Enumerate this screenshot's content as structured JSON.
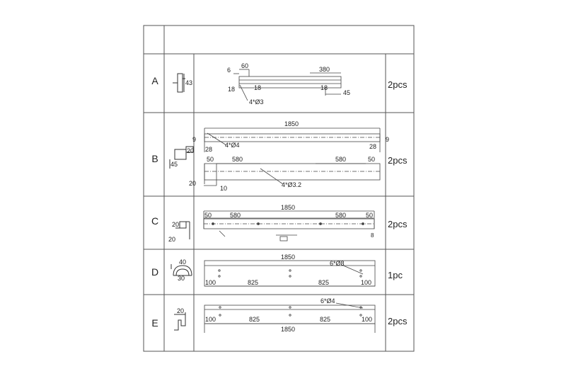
{
  "rows": [
    {
      "id": "A",
      "qty": "2pcs",
      "section_dims": [
        "43"
      ],
      "dims": {
        "d60": "60",
        "d6": "6",
        "d380": "380",
        "d18a": "18",
        "d18b": "18",
        "d18c": "18",
        "d45": "45",
        "holes": "4*Ø3"
      }
    },
    {
      "id": "B",
      "qty": "2pcs",
      "section_dims": [
        "20",
        "45",
        "20"
      ],
      "dims": {
        "length": "1850",
        "d9a": "9",
        "d9b": "9",
        "d28a": "28",
        "d28b": "28",
        "holes_top": "4*Ø4",
        "d50a": "50",
        "d580a": "580",
        "d580b": "580",
        "d50b": "50",
        "d20": "20",
        "d10": "10",
        "holes_bottom": "4*Ø3.2"
      }
    },
    {
      "id": "C",
      "qty": "2pcs",
      "section_dims": [
        "20",
        "20"
      ],
      "dims": {
        "length": "1850",
        "d50a": "50",
        "d580a": "580",
        "d580b": "580",
        "d50b": "50",
        "d8": "8"
      }
    },
    {
      "id": "D",
      "qty": "1pc",
      "section_dims": [
        "40",
        "30"
      ],
      "dims": {
        "length": "1850",
        "holes": "6*Ø8",
        "d100a": "100",
        "d825a": "825",
        "d825b": "825",
        "d100b": "100"
      }
    },
    {
      "id": "E",
      "qty": "2pcs",
      "section_dims": [
        "20"
      ],
      "dims": {
        "holes": "6*Ø4",
        "d100a": "100",
        "d825a": "825",
        "d825b": "825",
        "d100b": "100",
        "length": "1850"
      }
    }
  ]
}
